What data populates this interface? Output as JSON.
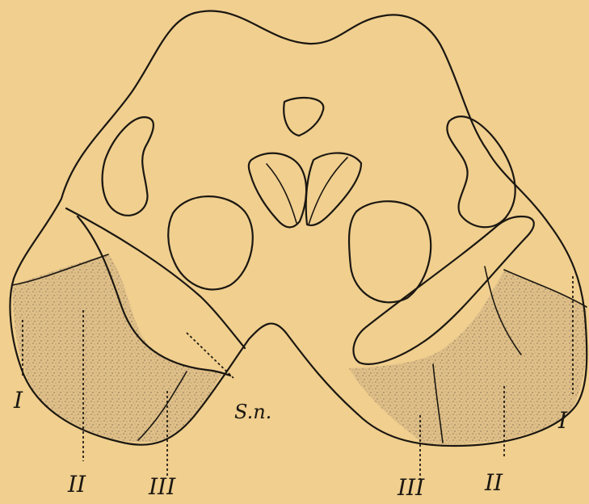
{
  "labels": {
    "left_i": "I",
    "left_ii": "II",
    "left_iii": "III",
    "center_sn": "S.n.",
    "right_iii": "III",
    "right_ii": "II",
    "right_i": "I"
  },
  "colors": {
    "paper": "#f0cf8f",
    "ink": "#1b1711",
    "stipple": "#c9aa78"
  }
}
